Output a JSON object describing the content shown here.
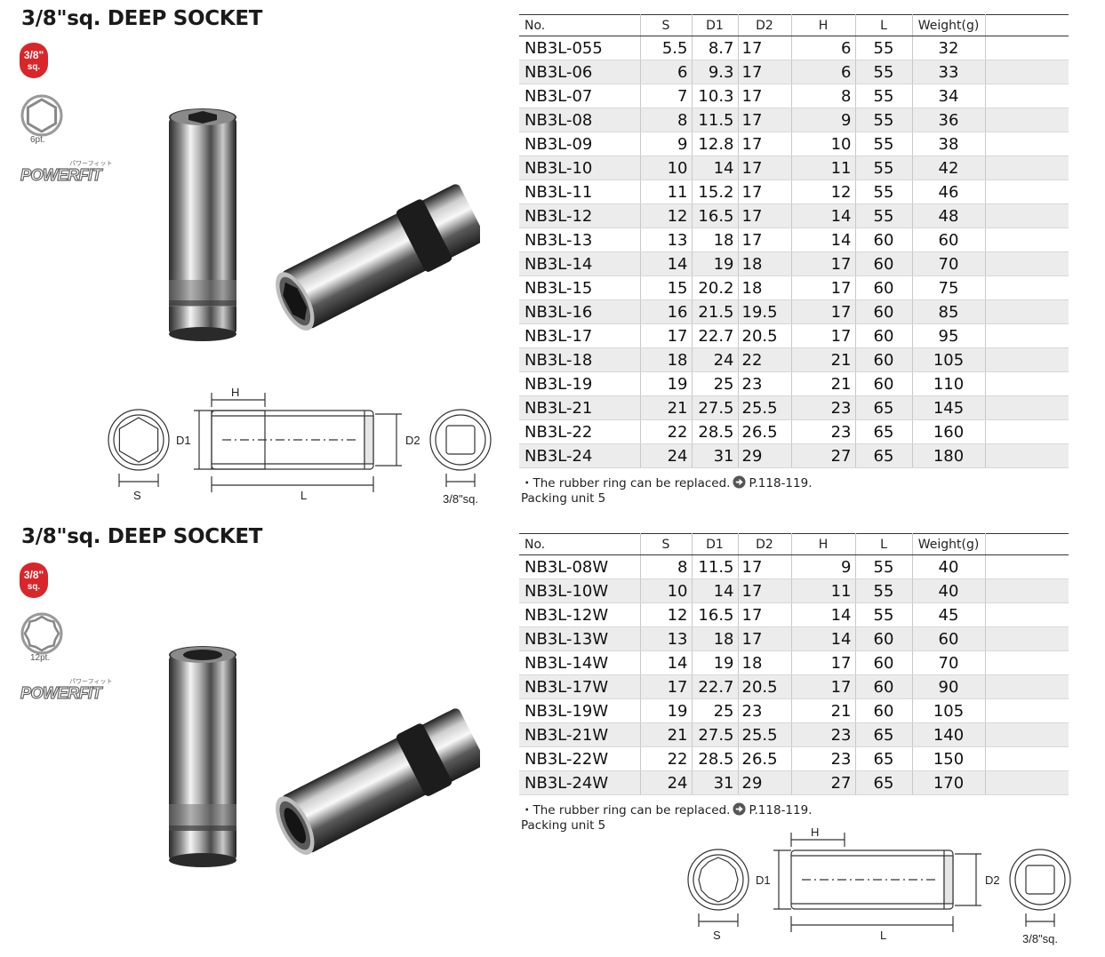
{
  "sections": [
    {
      "title": "3/8\"sq. DEEP SOCKET",
      "badge_top": "3/8\"",
      "badge_bottom": "sq.",
      "points_label": "6pt.",
      "brand_logo_text": "POWERFIT",
      "brand_kana": "パワーフィット",
      "icon": "hexagon-6pt-icon",
      "headers": [
        "No.",
        "S",
        "D1",
        "D2",
        "H",
        "L",
        "Weight(g)"
      ],
      "rows": [
        [
          "NB3L-055",
          "5.5",
          "8.7",
          "17",
          "6",
          "55",
          "32"
        ],
        [
          "NB3L-06",
          "6",
          "9.3",
          "17",
          "6",
          "55",
          "33"
        ],
        [
          "NB3L-07",
          "7",
          "10.3",
          "17",
          "8",
          "55",
          "34"
        ],
        [
          "NB3L-08",
          "8",
          "11.5",
          "17",
          "9",
          "55",
          "36"
        ],
        [
          "NB3L-09",
          "9",
          "12.8",
          "17",
          "10",
          "55",
          "38"
        ],
        [
          "NB3L-10",
          "10",
          "14",
          "17",
          "11",
          "55",
          "42"
        ],
        [
          "NB3L-11",
          "11",
          "15.2",
          "17",
          "12",
          "55",
          "46"
        ],
        [
          "NB3L-12",
          "12",
          "16.5",
          "17",
          "14",
          "55",
          "48"
        ],
        [
          "NB3L-13",
          "13",
          "18",
          "17",
          "14",
          "60",
          "60"
        ],
        [
          "NB3L-14",
          "14",
          "19",
          "18",
          "17",
          "60",
          "70"
        ],
        [
          "NB3L-15",
          "15",
          "20.2",
          "18",
          "17",
          "60",
          "75"
        ],
        [
          "NB3L-16",
          "16",
          "21.5",
          "19.5",
          "17",
          "60",
          "85"
        ],
        [
          "NB3L-17",
          "17",
          "22.7",
          "20.5",
          "17",
          "60",
          "95"
        ],
        [
          "NB3L-18",
          "18",
          "24",
          "22",
          "21",
          "60",
          "105"
        ],
        [
          "NB3L-19",
          "19",
          "25",
          "23",
          "21",
          "60",
          "110"
        ],
        [
          "NB3L-21",
          "21",
          "27.5",
          "25.5",
          "23",
          "65",
          "145"
        ],
        [
          "NB3L-22",
          "22",
          "28.5",
          "26.5",
          "23",
          "65",
          "160"
        ],
        [
          "NB3L-24",
          "24",
          "31",
          "29",
          "27",
          "65",
          "180"
        ]
      ],
      "note_bullet": "・",
      "note_text": "The rubber ring can be replaced.",
      "note_ref": "P.118-119.",
      "packing": "Packing unit 5",
      "dims": {
        "h": "H",
        "d1": "D1",
        "d2": "D2",
        "s": "S",
        "l": "L",
        "sq": "3/8\"sq."
      }
    },
    {
      "title": "3/8\"sq. DEEP SOCKET",
      "badge_top": "3/8\"",
      "badge_bottom": "sq.",
      "points_label": "12pt.",
      "brand_logo_text": "POWERFIT",
      "brand_kana": "パワーフィット",
      "icon": "bihex-12pt-icon",
      "headers": [
        "No.",
        "S",
        "D1",
        "D2",
        "H",
        "L",
        "Weight(g)"
      ],
      "rows": [
        [
          "NB3L-08W",
          "8",
          "11.5",
          "17",
          "9",
          "55",
          "40"
        ],
        [
          "NB3L-10W",
          "10",
          "14",
          "17",
          "11",
          "55",
          "40"
        ],
        [
          "NB3L-12W",
          "12",
          "16.5",
          "17",
          "14",
          "55",
          "45"
        ],
        [
          "NB3L-13W",
          "13",
          "18",
          "17",
          "14",
          "60",
          "60"
        ],
        [
          "NB3L-14W",
          "14",
          "19",
          "18",
          "17",
          "60",
          "70"
        ],
        [
          "NB3L-17W",
          "17",
          "22.7",
          "20.5",
          "17",
          "60",
          "90"
        ],
        [
          "NB3L-19W",
          "19",
          "25",
          "23",
          "21",
          "60",
          "105"
        ],
        [
          "NB3L-21W",
          "21",
          "27.5",
          "25.5",
          "23",
          "65",
          "140"
        ],
        [
          "NB3L-22W",
          "22",
          "28.5",
          "26.5",
          "23",
          "65",
          "150"
        ],
        [
          "NB3L-24W",
          "24",
          "31",
          "29",
          "27",
          "65",
          "170"
        ]
      ],
      "note_bullet": "・",
      "note_text": "The rubber ring can be replaced.",
      "note_ref": "P.118-119.",
      "packing": "Packing unit 5",
      "dims": {
        "h": "H",
        "d1": "D1",
        "d2": "D2",
        "s": "S",
        "l": "L",
        "sq": "3/8\"sq."
      }
    }
  ],
  "colors": {
    "badge_red": "#d8262b",
    "row_shade": "#ececec",
    "text": "#1a1a1a"
  }
}
